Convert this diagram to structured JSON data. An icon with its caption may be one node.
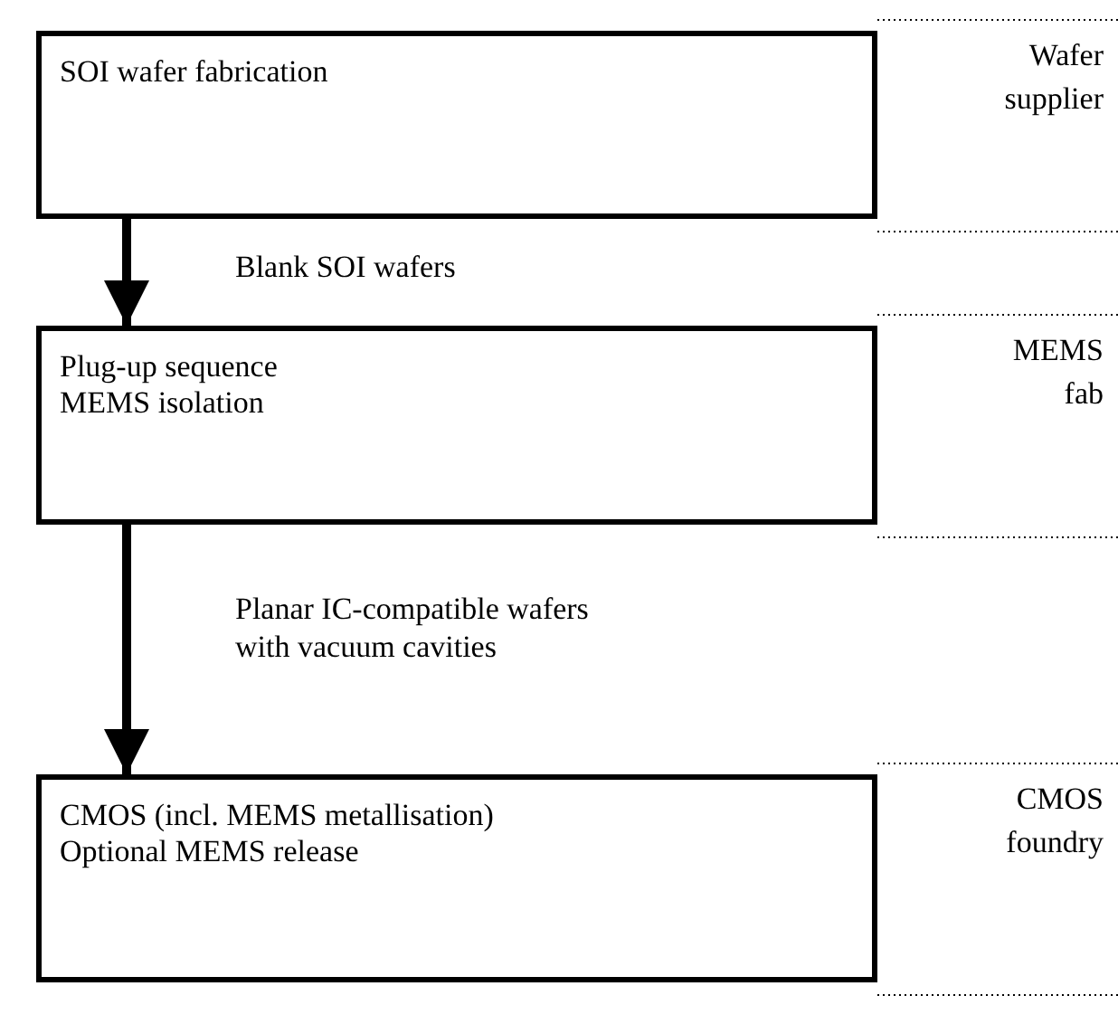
{
  "diagram": {
    "nodes": [
      {
        "text": [
          "SOI wafer fabrication"
        ]
      },
      {
        "text": [
          "Plug-up sequence",
          "MEMS isolation"
        ]
      },
      {
        "text": [
          "CMOS (incl. MEMS metallisation)",
          "Optional MEMS release"
        ]
      }
    ],
    "labels": [
      "Wafer supplier",
      "MEMS fab",
      "CMOS foundry"
    ],
    "edges": [
      {
        "from": 0,
        "to": 1,
        "arrow": "to",
        "label": "Blank SOI wafers"
      },
      {
        "from": 1,
        "to": 2,
        "arrow": "to",
        "label": "Planar IC-compatible wafers with vacuum cavities"
      }
    ]
  }
}
